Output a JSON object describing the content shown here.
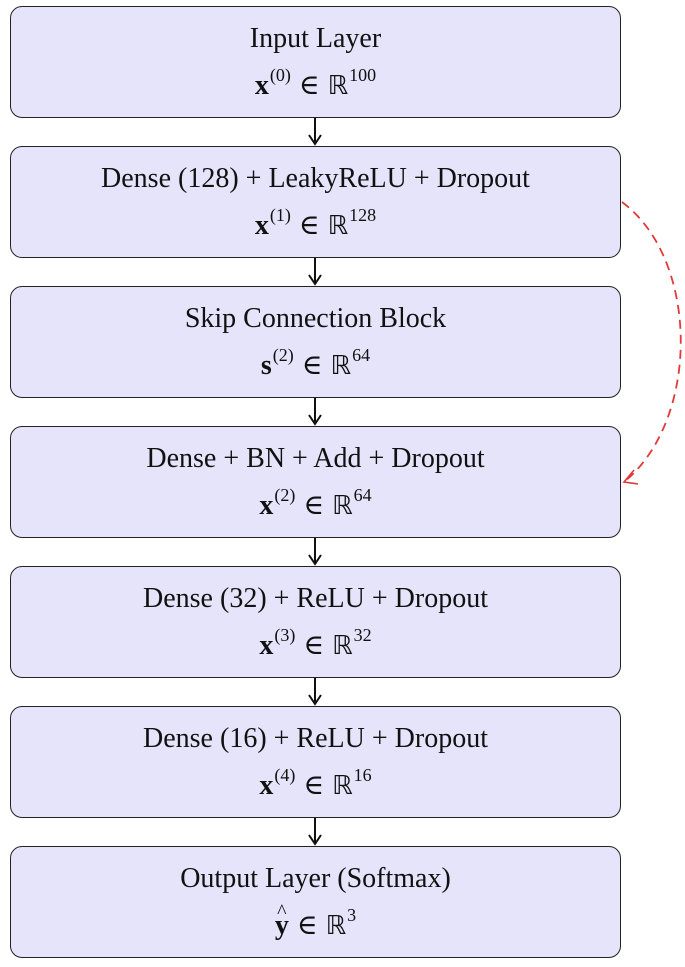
{
  "blocks": [
    {
      "title": "Input Layer",
      "var": "x",
      "sup": "(0)",
      "rel": "∈",
      "set": "ℝ",
      "dim": "100"
    },
    {
      "title": "Dense (128) + LeakyReLU + Dropout",
      "var": "x",
      "sup": "(1)",
      "rel": "∈",
      "set": "ℝ",
      "dim": "128"
    },
    {
      "title": "Skip Connection Block",
      "var": "s",
      "sup": "(2)",
      "rel": "∈",
      "set": "ℝ",
      "dim": "64"
    },
    {
      "title": "Dense + BN + Add + Dropout",
      "var": "x",
      "sup": "(2)",
      "rel": "∈",
      "set": "ℝ",
      "dim": "64"
    },
    {
      "title": "Dense (32) + ReLU + Dropout",
      "var": "x",
      "sup": "(3)",
      "rel": "∈",
      "set": "ℝ",
      "dim": "32"
    },
    {
      "title": "Dense (16) + ReLU + Dropout",
      "var": "x",
      "sup": "(4)",
      "rel": "∈",
      "set": "ℝ",
      "dim": "16"
    },
    {
      "title": "Output Layer (Softmax)",
      "var": "y",
      "sup": "",
      "rel": "∈",
      "set": "ℝ",
      "dim": "3"
    }
  ],
  "colors": {
    "block_fill": "#e5e4fa",
    "block_border": "#222222",
    "arrow": "#111111",
    "skip_arrow": "#e03a3a"
  }
}
